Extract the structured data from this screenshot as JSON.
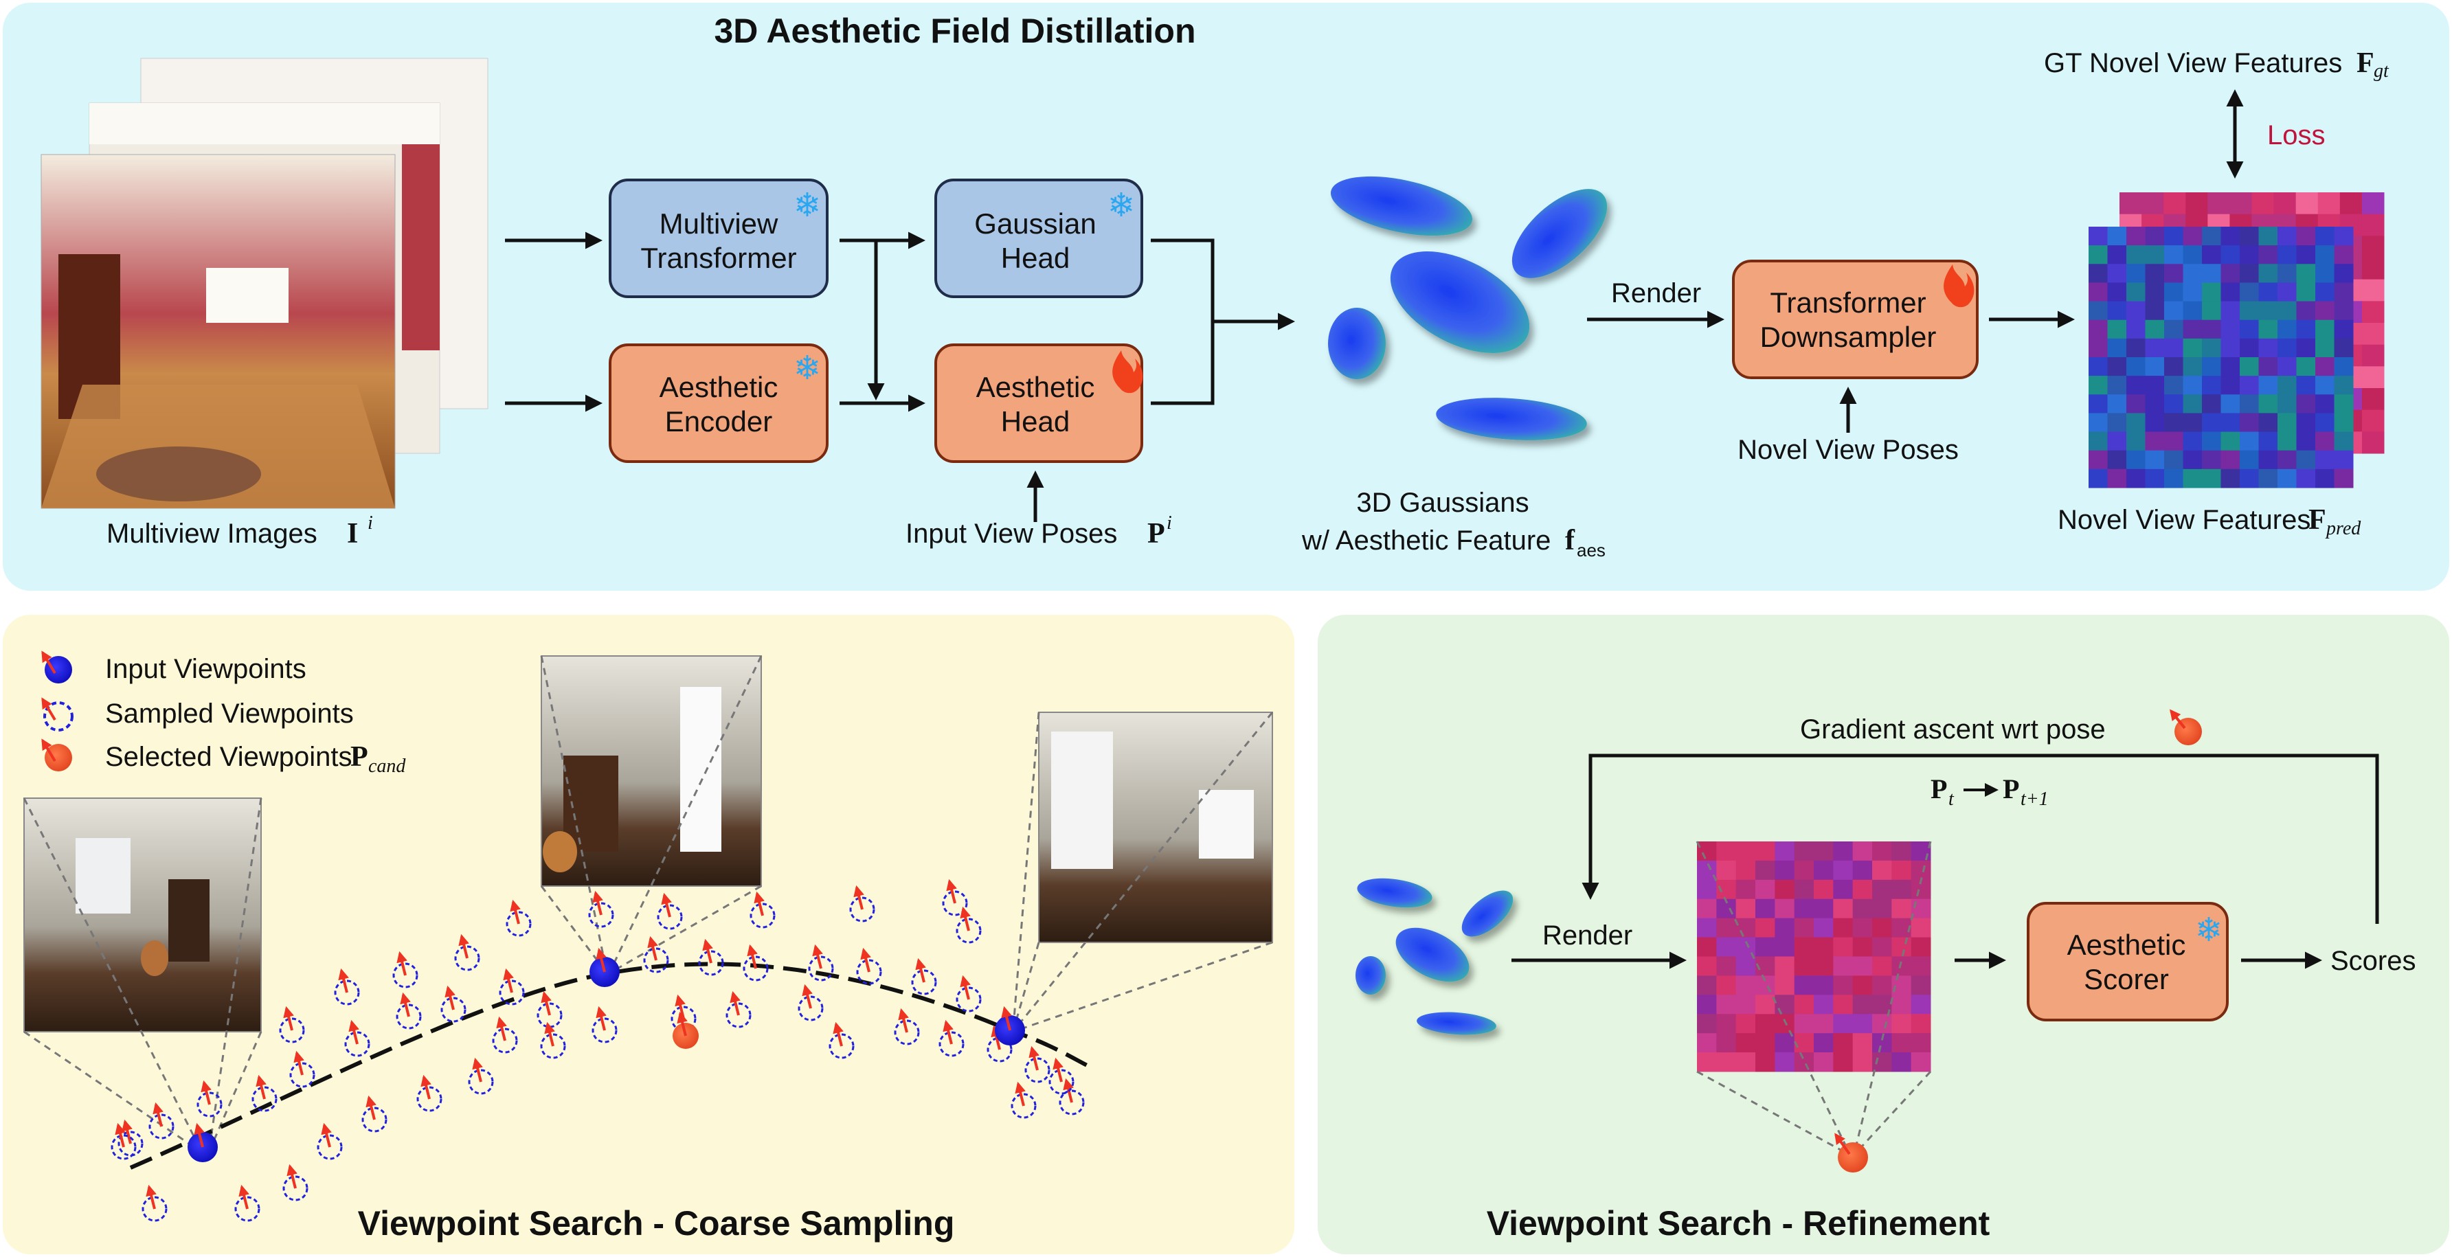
{
  "top": {
    "title": "3D Aesthetic Field Distillation",
    "multiview_images_label": "Multiview Images ",
    "multiview_images_sym": "I",
    "multiview_images_sup": "i",
    "mv_transformer": [
      "Multiview",
      "Transformer"
    ],
    "aes_encoder": [
      "Aesthetic",
      "Encoder"
    ],
    "gaussian_head": [
      "Gaussian",
      "Head"
    ],
    "aes_head": [
      "Aesthetic",
      "Head"
    ],
    "input_view_poses": "Input View Poses ",
    "input_view_poses_sym": "P",
    "input_view_poses_sup": "i",
    "gaussians_line1": "3D Gaussians",
    "gaussians_line2": "w/ Aesthetic Feature ",
    "gaussians_sym": "f",
    "gaussians_sub": "aes",
    "render": "Render",
    "transformer_ds": [
      "Transformer",
      "Downsampler"
    ],
    "novel_view_poses": "Novel View Poses",
    "gt_features": "GT Novel View Features ",
    "gt_sym": "F",
    "gt_sub": "gt",
    "loss": "Loss",
    "pred_features": "Novel View Features ",
    "pred_sym": "F",
    "pred_sub": "pred"
  },
  "coarse": {
    "title": "Viewpoint Search - Coarse Sampling",
    "legend": {
      "input": "Input Viewpoints",
      "sampled": "Sampled Viewpoints",
      "selected": "Selected Viewpoints ",
      "selected_sym": "P",
      "selected_sub": "cand"
    }
  },
  "refine": {
    "title": "Viewpoint Search - Refinement",
    "gradient": "Gradient ascent wrt pose",
    "pt": "P",
    "pt_sub": "t",
    "pt1": "P",
    "pt1_sub": "t+1",
    "render": "Render",
    "scorer": [
      "Aesthetic",
      "Scorer"
    ],
    "scores": "Scores"
  },
  "colors": {
    "top_bg": "#d9f7fb",
    "coarse_bg": "#fdf9d8",
    "refine_bg": "#e4f6e1",
    "blue_box": "#a9c6e6",
    "orange_box": "#f2a57d",
    "loss": "#c0143c",
    "input_vp": "#1010dd",
    "selected_vp": "#f0502a"
  },
  "icons": [
    "snowflake-icon",
    "flame-icon",
    "camera-arrow-icon"
  ]
}
